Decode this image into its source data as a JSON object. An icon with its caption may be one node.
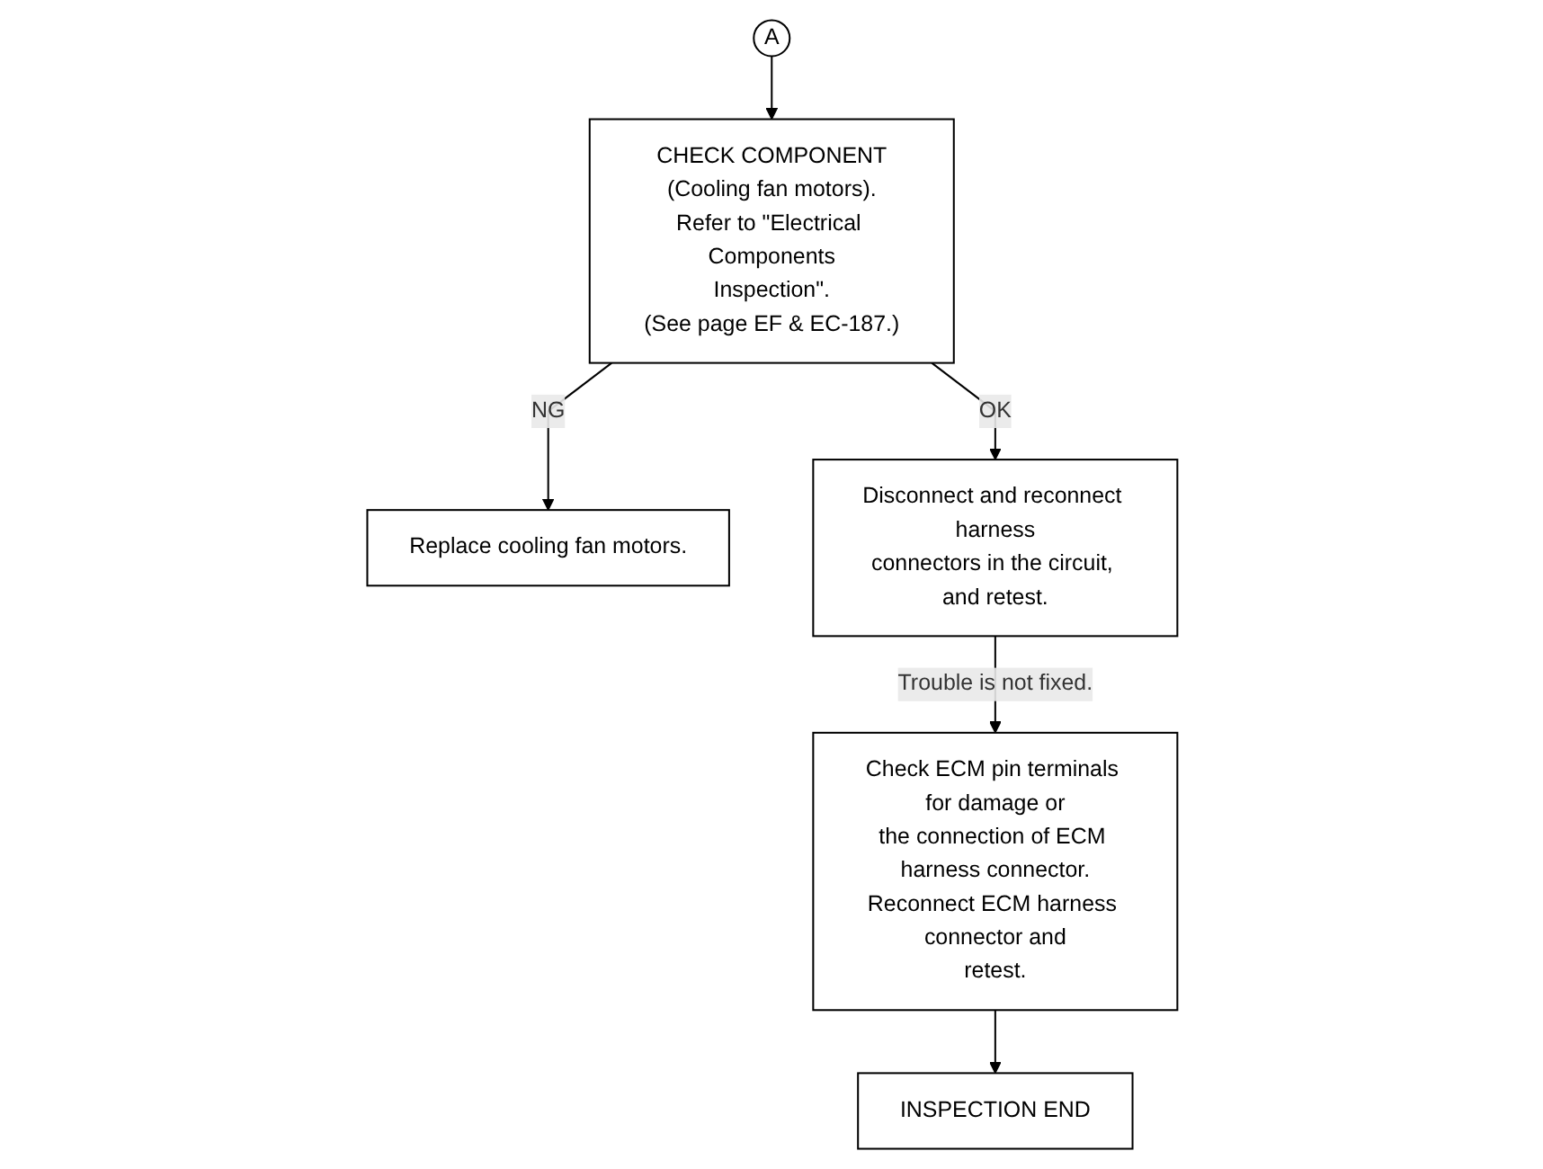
{
  "diagram": {
    "nodes": [
      {
        "text": [
          "A"
        ]
      },
      {
        "text": [
          "CHECK COMPONENT",
          "(Cooling fan motors).",
          "Refer to \"Electrical Components Inspection\".",
          "(See page EF & EC-187.)"
        ]
      },
      {
        "text": [
          "Replace cooling fan motors."
        ]
      },
      {
        "text": [
          "Disconnect and reconnect harness connectors in the circuit, and retest."
        ]
      },
      {
        "text": [
          "Check ECM pin terminals for damage or the connection of ECM harness connector. Reconnect ECM harness connector and retest."
        ]
      },
      {
        "text": [
          "INSPECTION END"
        ]
      }
    ],
    "edges": [
      {
        "from": 0,
        "to": 1,
        "arrow": "to"
      },
      {
        "from": 1,
        "to": 2,
        "arrow": "to",
        "label": "NG"
      },
      {
        "from": 1,
        "to": 3,
        "arrow": "to",
        "label": "OK"
      },
      {
        "from": 3,
        "to": 4,
        "arrow": "to",
        "label": "Trouble is not fixed."
      },
      {
        "from": 4,
        "to": 5,
        "arrow": "to"
      }
    ]
  }
}
